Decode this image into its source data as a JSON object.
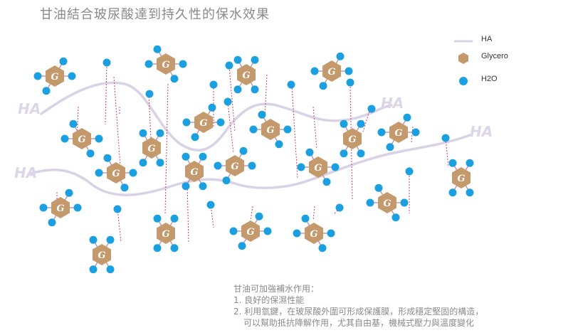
{
  "title": "甘油結合玻尿酸達到持久性的保水效果",
  "labels": {
    "ha_mark": "HA",
    "glycerol_mark": "G"
  },
  "legend": {
    "items": [
      {
        "label": "HA",
        "symbol": "line"
      },
      {
        "label": "Glycero",
        "symbol": "hexagon"
      },
      {
        "label": "H2O",
        "symbol": "circle"
      }
    ]
  },
  "notes": {
    "heading": "甘油可加強補水作用：",
    "items": [
      "1. 良好的保濕性能",
      "2. 利用氫鍵，在玻尿酸外圍可形成保護膜，形成穩定堅固的構造，",
      "可以幫助抵抗降解作用，尤其自由基，機械式壓力與溫度變化"
    ]
  },
  "colors": {
    "ha_line": "#d9d2e6",
    "ha_text": "#dcd6e9",
    "glycerol": "#c49a6c",
    "water": "#1aa0e0",
    "bond_line": "#cc3f7a",
    "arm": "#b7829b",
    "title": "#8a8a8a"
  }
}
